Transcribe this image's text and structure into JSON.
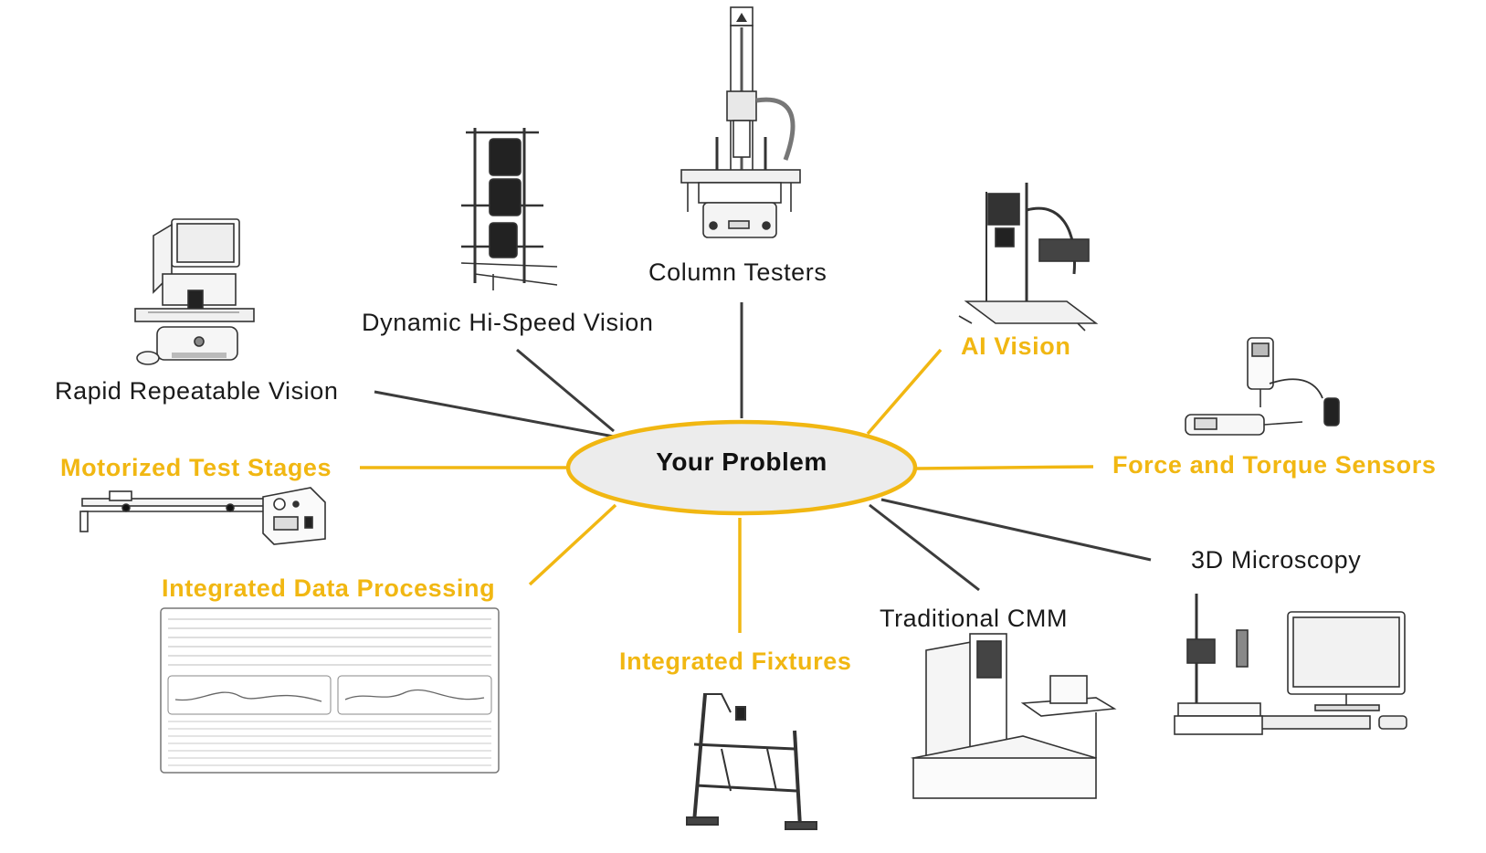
{
  "center": {
    "label": "Your Problem"
  },
  "colors": {
    "gold": "#f1b712",
    "dark_line": "#3c3c3c",
    "center_fill": "#ececec"
  },
  "nodes": [
    {
      "id": "column-testers",
      "label": "Column Testers",
      "style": "black",
      "icon": "column-tester-illustration"
    },
    {
      "id": "dynamic-hi-speed-vision",
      "label": "Dynamic Hi-Speed Vision",
      "style": "black",
      "icon": "vision-rig-illustration"
    },
    {
      "id": "rapid-repeatable-vision",
      "label": "Rapid Repeatable Vision",
      "style": "black",
      "icon": "vision-system-illustration"
    },
    {
      "id": "motorized-test-stages",
      "label": "Motorized Test Stages",
      "style": "gold",
      "icon": "linear-stage-illustration"
    },
    {
      "id": "integrated-data-processing",
      "label": "Integrated Data Processing",
      "style": "gold",
      "icon": "data-report-illustration"
    },
    {
      "id": "integrated-fixtures",
      "label": "Integrated Fixtures",
      "style": "gold",
      "icon": "fixture-frame-illustration"
    },
    {
      "id": "traditional-cmm",
      "label": "Traditional CMM",
      "style": "black",
      "icon": "cmm-machine-illustration"
    },
    {
      "id": "3d-microscopy",
      "label": "3D Microscopy",
      "style": "black",
      "icon": "microscope-workstation-illustration"
    },
    {
      "id": "force-and-torque-sensors",
      "label": "Force and Torque Sensors",
      "style": "gold",
      "icon": "force-gauge-illustration"
    },
    {
      "id": "ai-vision",
      "label": "AI Vision",
      "style": "gold",
      "icon": "ai-vision-rig-illustration"
    }
  ]
}
